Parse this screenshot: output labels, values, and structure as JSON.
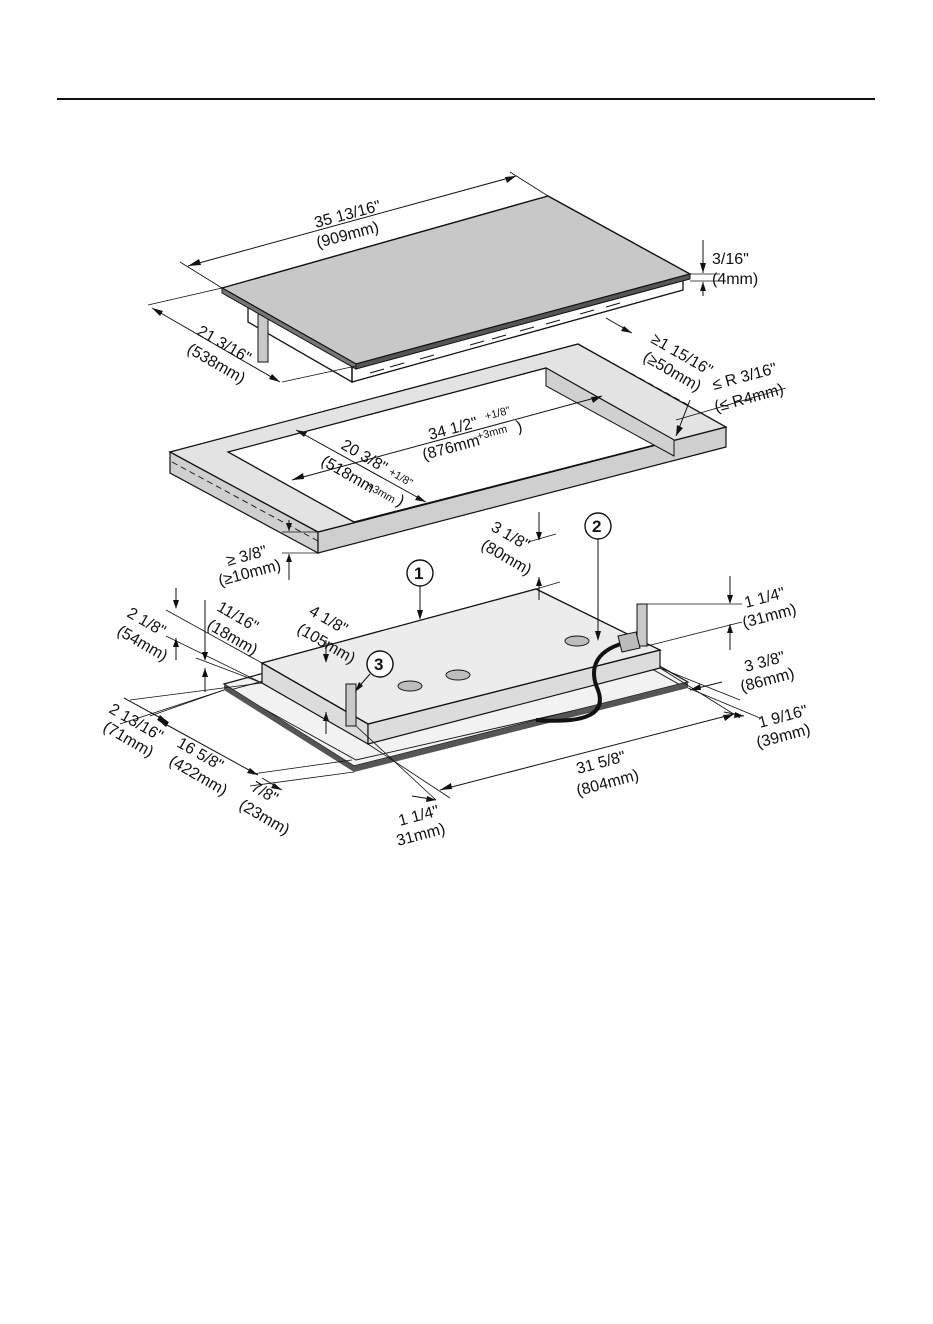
{
  "dimensions": {
    "hob_width": {
      "imperial": "35 13/16\"",
      "metric": "(909mm)"
    },
    "glass_thickness": {
      "imperial": "3/16\"",
      "metric": "(4mm)"
    },
    "hob_depth": {
      "imperial": "21 3/16\"",
      "metric": "(538mm)"
    },
    "rear_clearance": {
      "imperial": "≥1 15/16\"",
      "metric": "(≥50mm)"
    },
    "corner_radius": {
      "imperial": "≤ R 3/16\"",
      "metric": "(≤ R4mm)"
    },
    "cutout_width": {
      "imperial": "34 1/2\"",
      "imperial_tol": "+1/8\"",
      "metric": "(876mm",
      "metric_tol": "+3mm",
      "metric_close": ")"
    },
    "cutout_depth": {
      "imperial": "20 3/8\"",
      "imperial_tol": "+1/8\"",
      "metric": "(518mm",
      "metric_tol": "+3mm",
      "metric_close": ")"
    },
    "worktop_thickness": {
      "imperial": "≥ 3/8\"",
      "metric": "(≥10mm)"
    },
    "rear_housing_height": {
      "imperial": "3 1/8\"",
      "metric": "(80mm)"
    },
    "side_height_left": {
      "imperial": "2 1/8\"",
      "metric": "(54mm)"
    },
    "frame_height": {
      "imperial": "11/16\"",
      "metric": "(18mm)"
    },
    "front_housing_height": {
      "imperial": "4 1/8\"",
      "metric": "(105mm)"
    },
    "right_bracket_height": {
      "imperial": "1 1/4\"",
      "metric": "(31mm)"
    },
    "right_offset": {
      "imperial": "3 3/8\"",
      "metric": "(86mm)"
    },
    "right_edge": {
      "imperial": "1 9/16\"",
      "metric": "(39mm)"
    },
    "left_offset": {
      "imperial": "2 13/16\"",
      "metric": "(71mm)"
    },
    "housing_depth": {
      "imperial": "16 5/8\"",
      "metric": "(422mm)"
    },
    "front_edge": {
      "imperial": "7/8\"",
      "metric": "(23mm)"
    },
    "housing_width": {
      "imperial": "31 5/8\"",
      "metric": "(804mm)"
    },
    "front_bracket_offset": {
      "imperial": "1 1/4\"",
      "metric": "31mm)"
    }
  },
  "callouts": [
    "1",
    "2",
    "3"
  ],
  "colors": {
    "glass": "#c8c8c8",
    "worktop": "#d6d6d6",
    "housing": "#e6e6e6",
    "line": "#111111"
  }
}
